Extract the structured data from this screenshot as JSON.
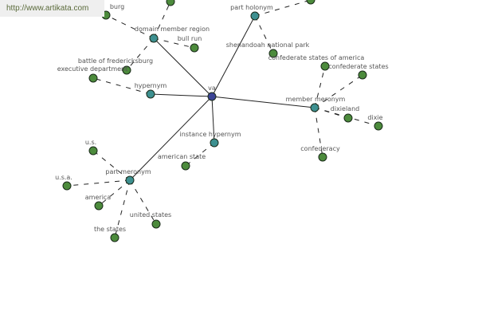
{
  "watermark": "http://www.artikata.com",
  "colors": {
    "center": "#3b4496",
    "relation": "#3d9090",
    "leaf": "#4c8b3c",
    "edge": "#222222"
  },
  "center": {
    "label": "va"
  },
  "relations": [
    {
      "id": "dmr",
      "label": "domain member region"
    },
    {
      "id": "hyp",
      "label": "hypernym"
    },
    {
      "id": "ph",
      "label": "part holonym"
    },
    {
      "id": "mm",
      "label": "member meronym"
    },
    {
      "id": "ih",
      "label": "instance hypernym"
    },
    {
      "id": "pm",
      "label": "part meronym"
    }
  ],
  "leaves": [
    {
      "parent": "dmr",
      "label": "burg"
    },
    {
      "parent": "dmr",
      "label": ""
    },
    {
      "parent": "dmr",
      "label": "bull run"
    },
    {
      "parent": "dmr",
      "label": "battle of fredericksburg"
    },
    {
      "parent": "hyp",
      "label": "executive department"
    },
    {
      "parent": "ph",
      "label": ""
    },
    {
      "parent": "ph",
      "label": "shenandoah national park"
    },
    {
      "parent": "mm",
      "label": "confederate states of america"
    },
    {
      "parent": "mm",
      "label": "confederate states"
    },
    {
      "parent": "mm",
      "label": "dixieland"
    },
    {
      "parent": "mm",
      "label": "dixie"
    },
    {
      "parent": "mm",
      "label": "confederacy"
    },
    {
      "parent": "ih",
      "label": "american state"
    },
    {
      "parent": "pm",
      "label": "u.s."
    },
    {
      "parent": "pm",
      "label": "u.s.a."
    },
    {
      "parent": "pm",
      "label": "america"
    },
    {
      "parent": "pm",
      "label": "the states"
    },
    {
      "parent": "pm",
      "label": "united states"
    }
  ]
}
